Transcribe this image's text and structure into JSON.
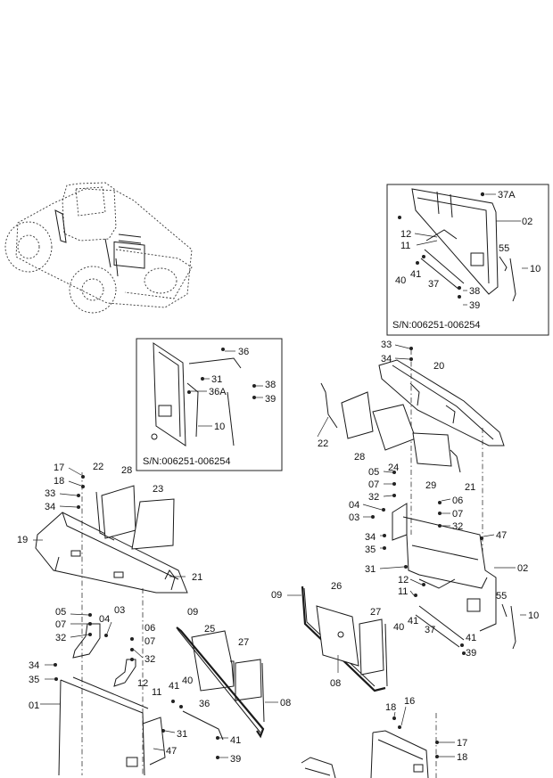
{
  "inset_top_right": {
    "serial_label": "S/N:006251-006254",
    "callouts": [
      "37A",
      "02",
      "12",
      "11",
      "55",
      "10",
      "40",
      "41",
      "37",
      "38",
      "39"
    ]
  },
  "inset_middle_left": {
    "serial_label": "S/N:006251-006254",
    "callouts": [
      "36",
      "31",
      "36A",
      "38",
      "39",
      "10"
    ]
  },
  "callouts_left_assembly": [
    "17",
    "18",
    "33",
    "34",
    "22",
    "28",
    "23",
    "19",
    "21",
    "05",
    "07",
    "32",
    "04",
    "03",
    "06",
    "07",
    "32",
    "09",
    "25",
    "27",
    "34",
    "35",
    "12",
    "41",
    "40",
    "11",
    "36",
    "08",
    "01",
    "31",
    "41",
    "47",
    "39"
  ],
  "callouts_right_assembly": [
    "33",
    "34",
    "20",
    "22",
    "28",
    "24",
    "29",
    "21",
    "05",
    "07",
    "32",
    "06",
    "07",
    "04",
    "03",
    "32",
    "34",
    "35",
    "47",
    "31",
    "02",
    "12",
    "11",
    "55",
    "10",
    "40",
    "41",
    "37",
    "41",
    "39"
  ],
  "callouts_center_panel": [
    "09",
    "26",
    "27",
    "08"
  ],
  "callouts_bottom": [
    "18",
    "16",
    "17",
    "18"
  ]
}
